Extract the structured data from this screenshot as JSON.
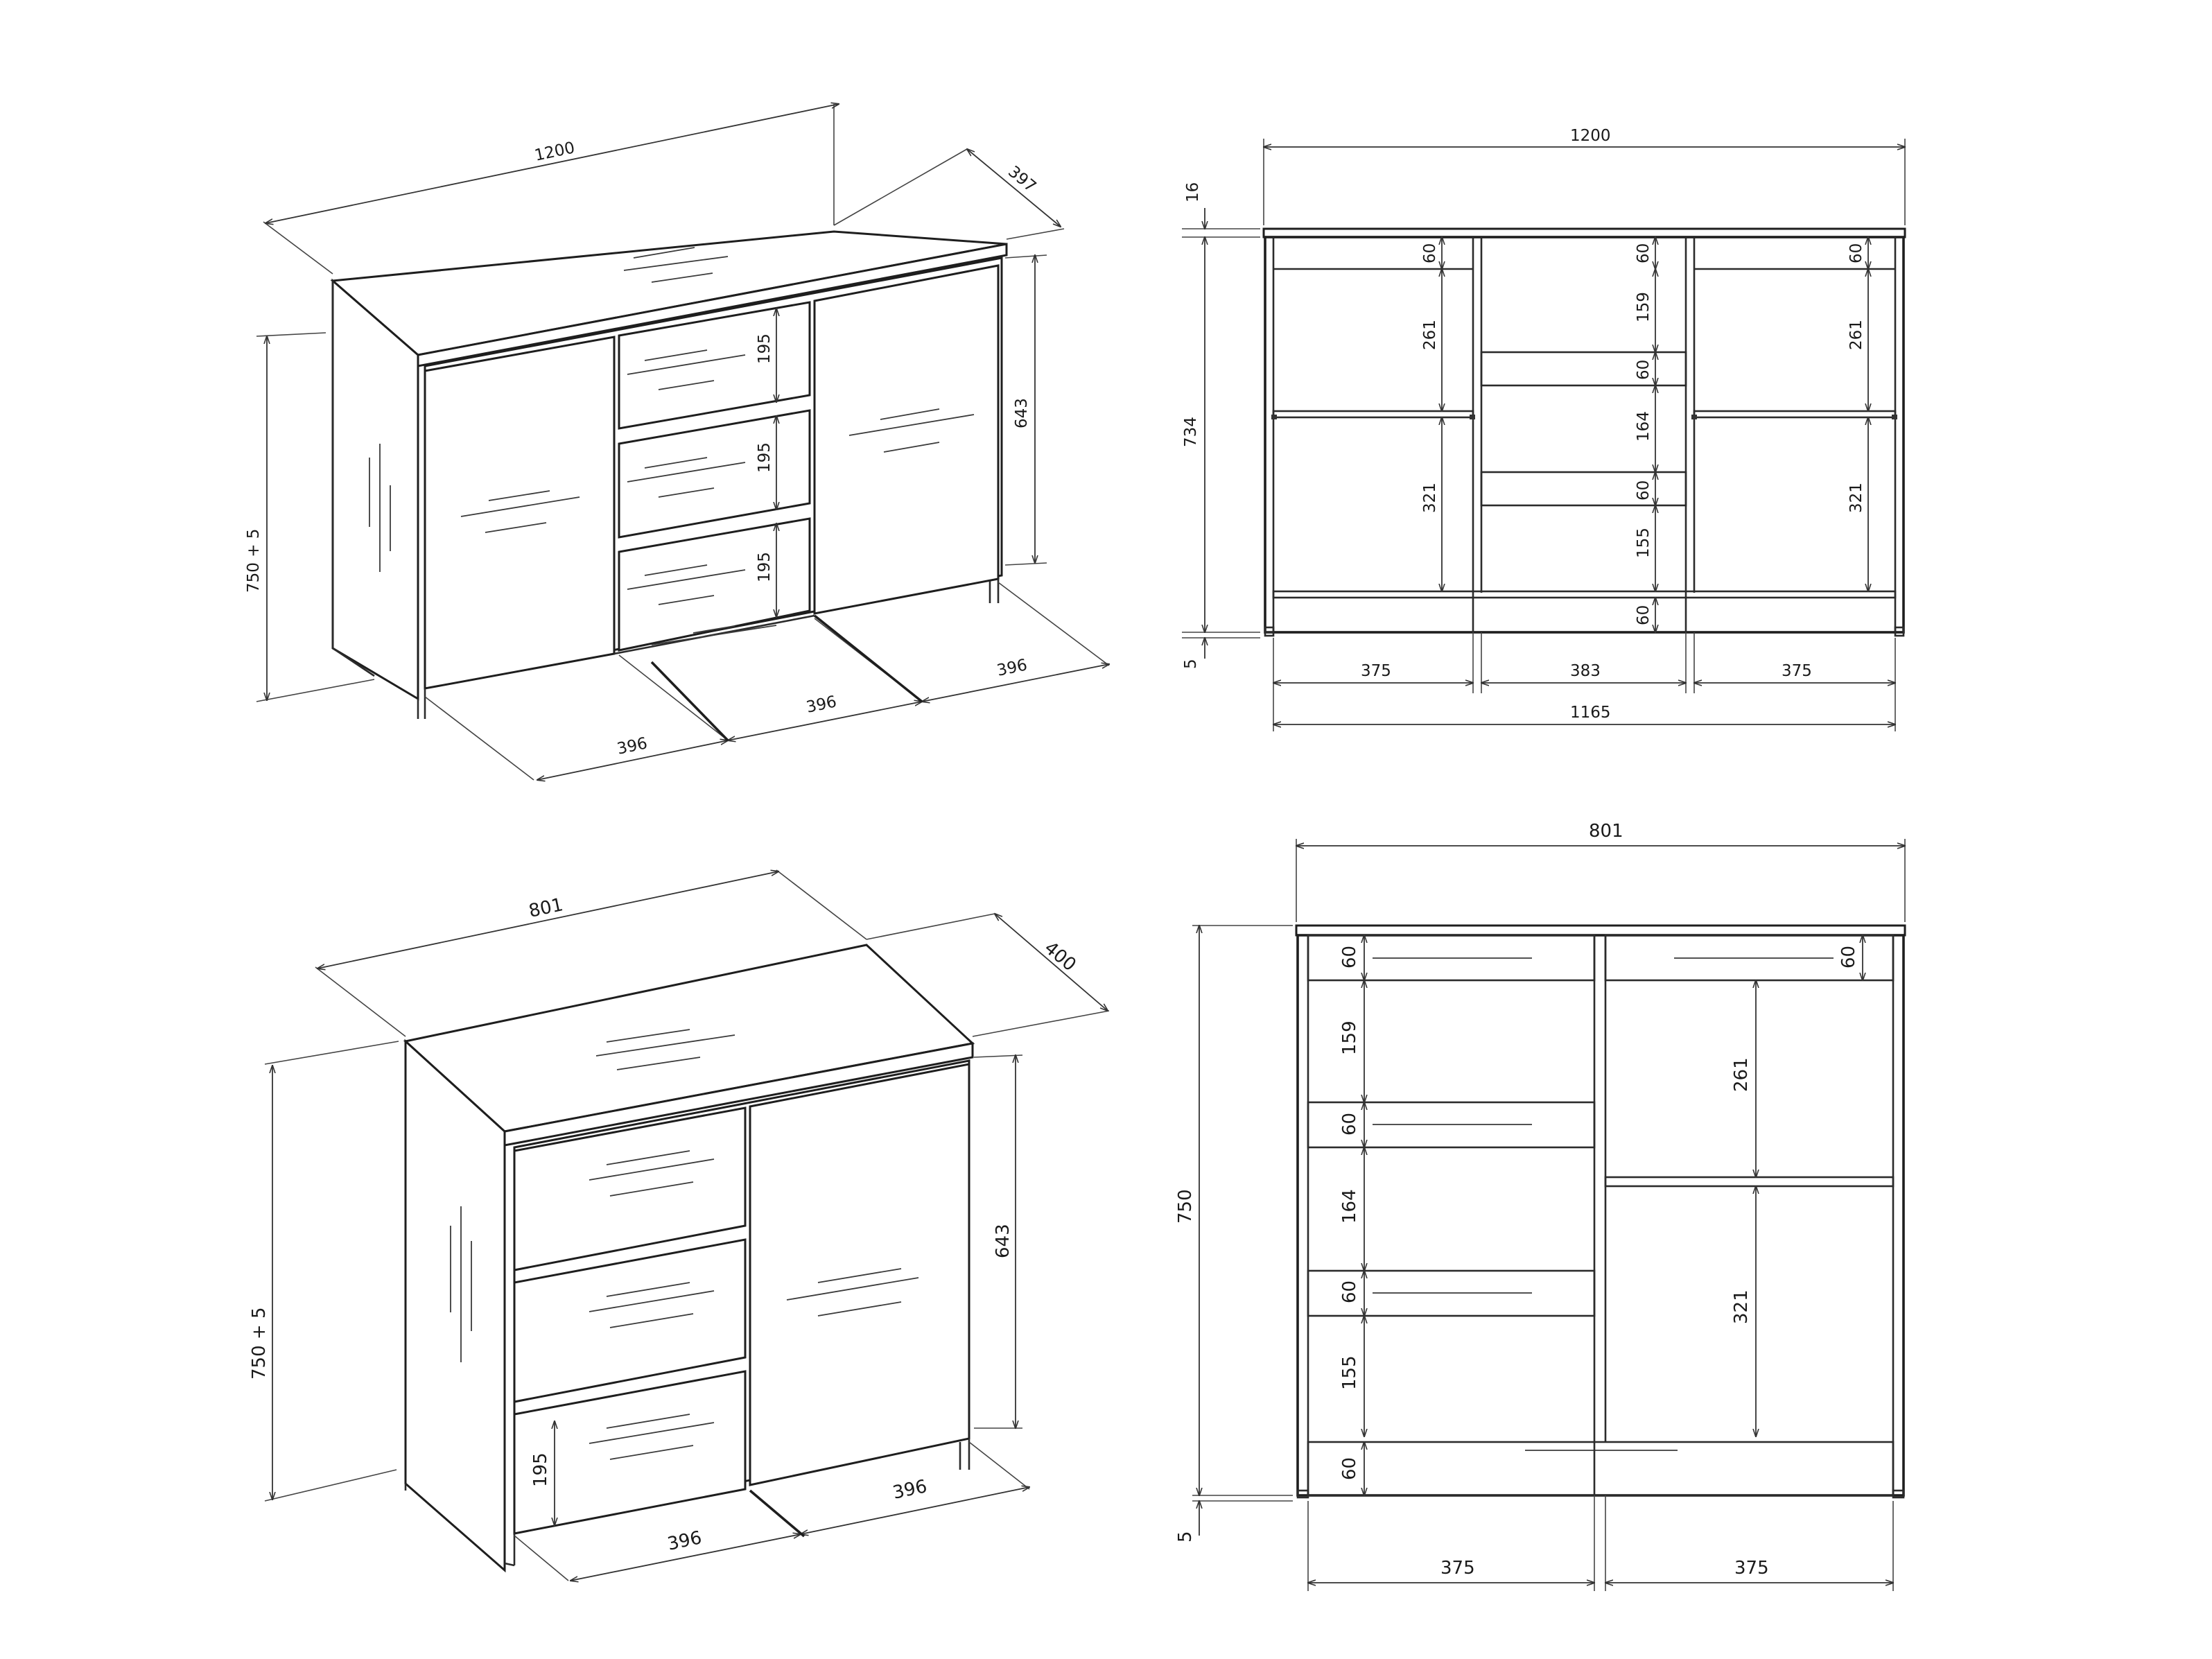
{
  "views": {
    "iso_large": {
      "width": "1200",
      "depth": "397",
      "height": "750 + 5",
      "door_height": "643",
      "drawer_fronts": [
        "195",
        "195",
        "195"
      ],
      "module_widths": [
        "396",
        "396",
        "396"
      ]
    },
    "front_large": {
      "overall_width": "1200",
      "top_thickness": "16",
      "body_height": "734",
      "leg_height": "5",
      "left_column": [
        "60",
        "261",
        "321"
      ],
      "middle_column": [
        "60",
        "159",
        "60",
        "164",
        "60",
        "155",
        "60"
      ],
      "right_column": [
        "60",
        "261",
        "321"
      ],
      "bay_widths": [
        "375",
        "383",
        "375"
      ],
      "inner_width": "1165"
    },
    "iso_small": {
      "width": "801",
      "depth": "400",
      "height": "750 + 5",
      "door_height": "643",
      "drawer_front": "195",
      "module_widths": [
        "396",
        "396"
      ]
    },
    "front_small": {
      "overall_width": "801",
      "body_height": "750",
      "leg_height": "5",
      "left_column": [
        "60",
        "159",
        "60",
        "164",
        "60",
        "155",
        "60"
      ],
      "right_column": [
        "60",
        "261",
        "321"
      ],
      "bay_widths": [
        "375",
        "375"
      ]
    }
  }
}
